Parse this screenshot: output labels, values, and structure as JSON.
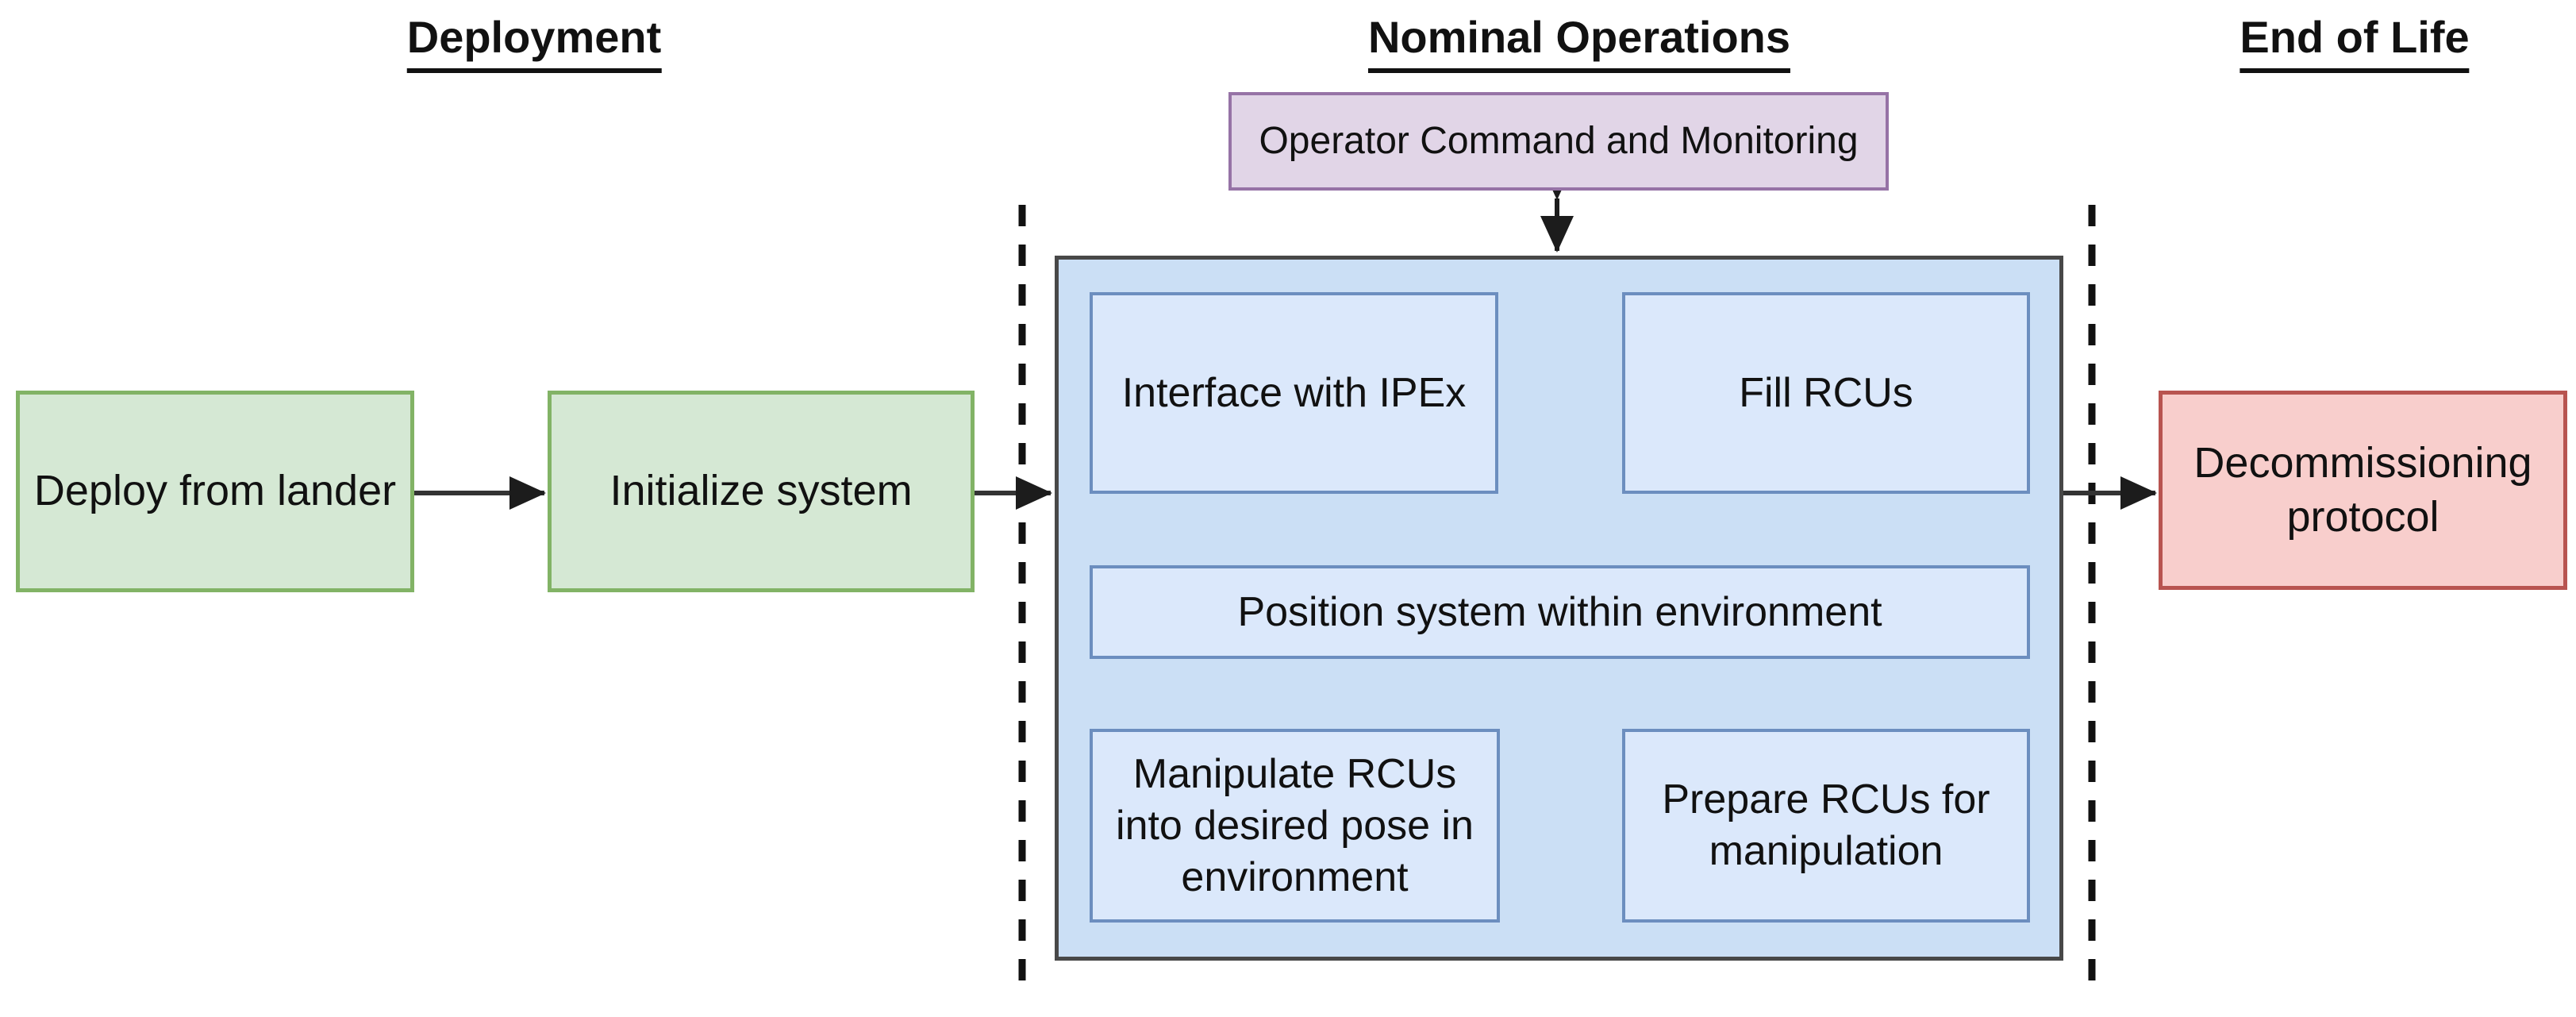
{
  "phases": [
    {
      "label": "Deployment"
    },
    {
      "label": "Nominal Operations"
    },
    {
      "label": "End of Life"
    }
  ],
  "nodes": {
    "deploy_from_lander": {
      "label": "Deploy from lander"
    },
    "initialize_system": {
      "label": "Initialize system"
    },
    "operator_command_and_monitoring": {
      "label": "Operator Command and Monitoring"
    },
    "interface_with_ipex": {
      "label": "Interface with IPEx"
    },
    "fill_rcus": {
      "label": "Fill RCUs"
    },
    "position_system": {
      "label": "Position system within environment"
    },
    "manipulate_rcus": {
      "label": "Manipulate RCUs into desired pose in environment"
    },
    "prepare_rcus": {
      "label": "Prepare RCUs for manipulation"
    },
    "decommissioning_protocol": {
      "label": "Decommissioning protocol"
    }
  },
  "edges": [
    {
      "from": "deploy_from_lander",
      "to": "initialize_system",
      "style": "arrow"
    },
    {
      "from": "initialize_system",
      "to": "nominal_operations_loop",
      "style": "arrow"
    },
    {
      "from": "operator_command_and_monitoring",
      "to": "nominal_operations_loop",
      "style": "double-arrow"
    },
    {
      "from": "interface_with_ipex",
      "to": "fill_rcus",
      "style": "arrow"
    },
    {
      "from": "fill_rcus",
      "to": "position_system",
      "style": "arrow"
    },
    {
      "from": "position_system",
      "to": "prepare_rcus",
      "style": "arrow"
    },
    {
      "from": "prepare_rcus",
      "to": "manipulate_rcus",
      "style": "arrow"
    },
    {
      "from": "manipulate_rcus",
      "to": "position_system",
      "style": "arrow"
    },
    {
      "from": "position_system",
      "to": "interface_with_ipex",
      "style": "arrow"
    },
    {
      "from": "nominal_operations_loop",
      "to": "decommissioning_protocol",
      "style": "arrow"
    }
  ],
  "colors": {
    "green_fill": "#d5e8d4",
    "green_stroke": "#82b366",
    "purple_fill": "#e1d5e7",
    "purple_stroke": "#9673a6",
    "container_fill": "#cbdff5",
    "container_stroke": "#484848",
    "blue_fill": "#dbe8fb",
    "blue_stroke": "#6c8ebf",
    "red_fill": "#f8cecc",
    "red_stroke": "#b85450",
    "connector": "#333333"
  }
}
